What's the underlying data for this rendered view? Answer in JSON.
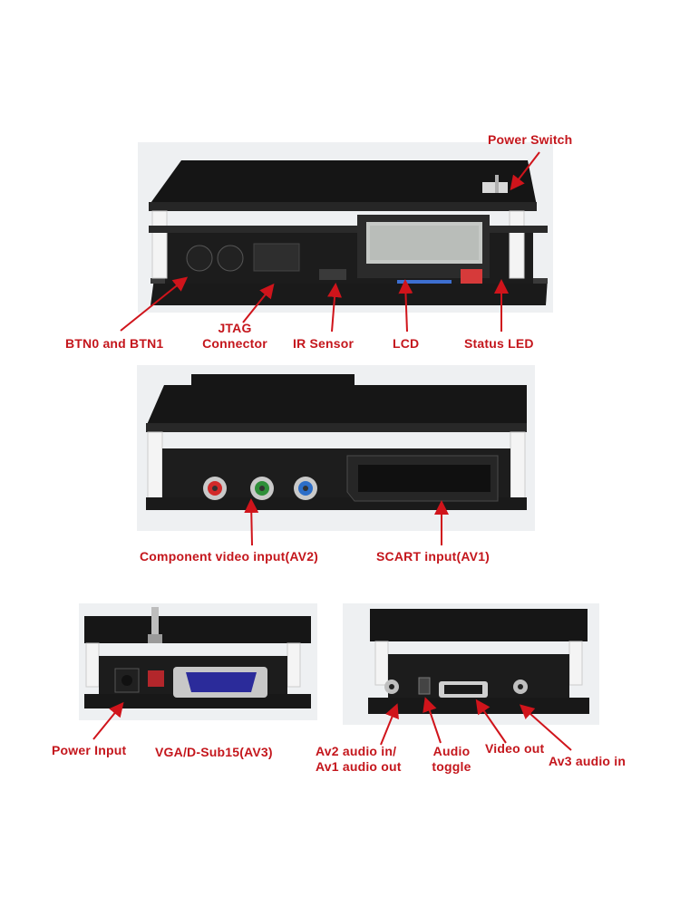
{
  "labels": {
    "power_switch": "Power Switch",
    "btn0_btn1": "BTN0 and BTN1",
    "jtag_line1": "JTAG",
    "jtag_line2": "Connector",
    "ir_sensor": "IR Sensor",
    "lcd": "LCD",
    "status_led": "Status LED",
    "component_input": "Component video input(AV2)",
    "scart_input": "SCART input(AV1)",
    "power_input": "Power Input",
    "vga_dsub": "VGA/D-Sub15(AV3)",
    "av2_line1": "Av2 audio in/",
    "av2_line2": "Av1 audio out",
    "audio_toggle_line1": "Audio",
    "audio_toggle_line2": "toggle",
    "video_out": "Video out",
    "av3_audio_in": "Av3 audio in"
  },
  "colors": {
    "label_red": "#c4161c",
    "arrow_red": "#d0141b",
    "board_black": "#141414"
  },
  "photos": [
    "top-view-photo",
    "scart-side-photo",
    "power-vga-side-photo",
    "audio-hdmi-side-photo"
  ]
}
